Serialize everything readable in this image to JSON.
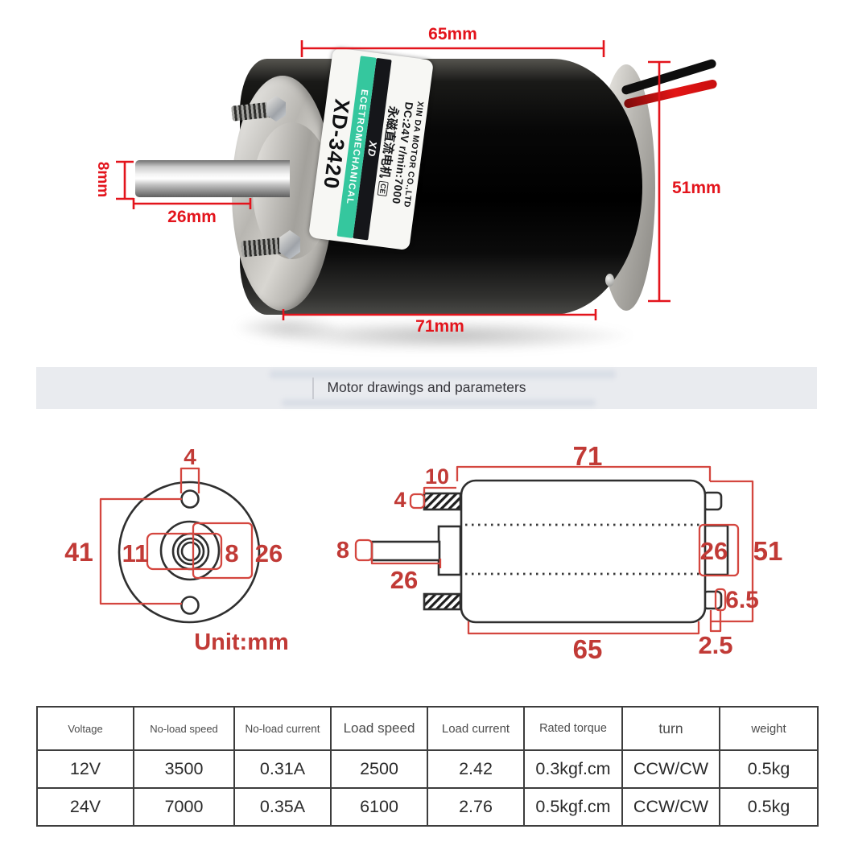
{
  "photo": {
    "label": {
      "model": "XD-3420",
      "band": "ECETROMECHANICAL",
      "logo": "XD",
      "cn": "永磁直流电机",
      "ce": "CE",
      "spec": "DC:24V  r/min:7000",
      "company": "XIN DA MOTOR CO.,LTD"
    },
    "dims": {
      "length_top": "65mm",
      "diameter_right": "51mm",
      "length_bottom": "71mm",
      "shaft_diameter": "8mm",
      "shaft_length": "26mm"
    }
  },
  "banner": {
    "title": "Motor drawings and parameters"
  },
  "drawings": {
    "unit": "Unit:mm",
    "front": {
      "hole_dia": "4",
      "hole_spacing": "41",
      "flat_width": "11",
      "shaft_dia": "8",
      "boss_dia": "26"
    },
    "side": {
      "total_len": "71",
      "stud_len": "10",
      "stud_dia": "4",
      "shaft_dia": "8",
      "shaft_len": "26",
      "boss_dia": "26",
      "body_dia": "51",
      "tab_h": "6.5",
      "tab_t": "2.5",
      "body_len": "65"
    }
  },
  "table": {
    "headers": [
      "Voltage",
      "No-load speed",
      "No-load current",
      "Load speed",
      "Load current",
      "Rated torque",
      "turn",
      "weight"
    ],
    "rows": [
      [
        "12V",
        "3500",
        "0.31A",
        "2500",
        "2.42",
        "0.3kgf.cm",
        "CCW/CW",
        "0.5kg"
      ],
      [
        "24V",
        "7000",
        "0.35A",
        "6100",
        "2.76",
        "0.5kgf.cm",
        "CCW/CW",
        "0.5kg"
      ]
    ]
  },
  "colors": {
    "photo_dim_red": "#e3141c",
    "drawing_dim_red": "#c13a36",
    "banner_bg": "#e9ebef",
    "label_band_teal": "#35c79e",
    "wire_red": "#e31515"
  }
}
